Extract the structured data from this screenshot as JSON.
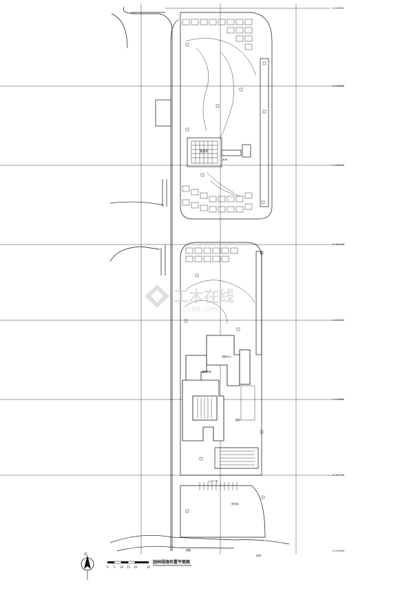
{
  "drawing": {
    "title": "园林绿施布置平面图",
    "north_label": "北",
    "scale_ticks": [
      "0",
      "5",
      "10",
      "15",
      "20",
      "30"
    ],
    "watermark_text": "工木在线",
    "watermark_url": "co188.com"
  },
  "labels": {
    "central_plaza": "景观亭",
    "bridge": "木桥",
    "building_main": "游客中心",
    "building_wing": "管理用房",
    "courtyard": "庭院",
    "road_end": "停车场",
    "lower_note": "园路",
    "entry": "入口广场",
    "bottom_note": "说明"
  },
  "gridline_marks": [
    "A-160861",
    "B-158680",
    "C-156499",
    "D-154318",
    "E-152137",
    "F-149956",
    "G-147775",
    "H-145594"
  ],
  "colors": {
    "line": "#111111",
    "paper": "#ffffff",
    "watermark": "#c8c8c8"
  },
  "icons": [
    "north-arrow-icon",
    "watermark-logo-icon"
  ]
}
